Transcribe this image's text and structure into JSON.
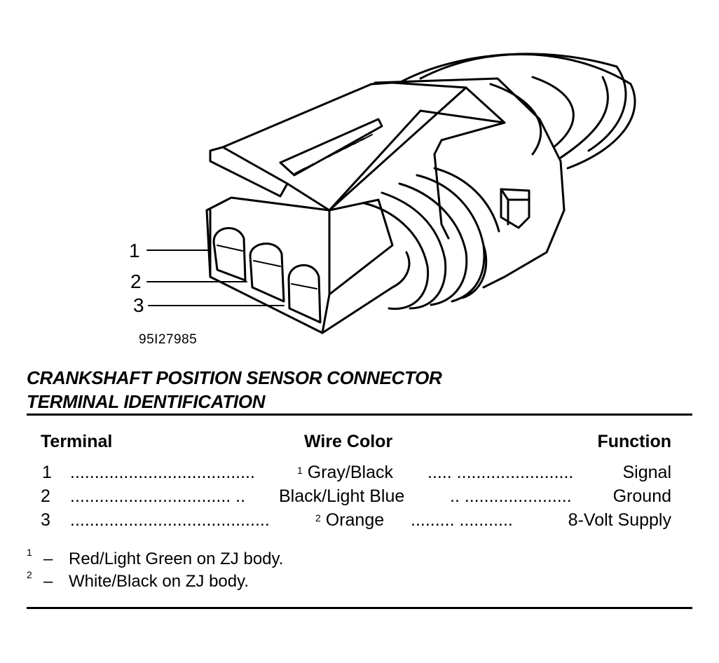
{
  "figure": {
    "code": "95I27985",
    "callouts": [
      "1",
      "2",
      "3"
    ]
  },
  "title": {
    "line1": "CRANKSHAFT POSITION SENSOR CONNECTOR",
    "line2": "TERMINAL IDENTIFICATION"
  },
  "table": {
    "headers": {
      "terminal": "Terminal",
      "wire_color": "Wire Color",
      "function": "Function"
    },
    "rows": [
      {
        "terminal": "1",
        "leader": "......................................",
        "note_mark": "1",
        "wire_color": "Gray/Black",
        "leader2": "..... ........................",
        "function": "Signal"
      },
      {
        "terminal": "2",
        "leader": "................................. ..",
        "note_mark": "",
        "wire_color": "Black/Light Blue",
        "leader2": ".. ......................",
        "function": "Ground"
      },
      {
        "terminal": "3",
        "leader": ".........................................",
        "note_mark": "2",
        "wire_color": "Orange",
        "leader2": "......... ...........",
        "function": "8-Volt Supply"
      }
    ]
  },
  "footnotes": [
    {
      "mark": "1",
      "dash": "–",
      "text": "Red/Light Green on ZJ body."
    },
    {
      "mark": "2",
      "dash": "–",
      "text": "White/Black on ZJ body."
    }
  ]
}
